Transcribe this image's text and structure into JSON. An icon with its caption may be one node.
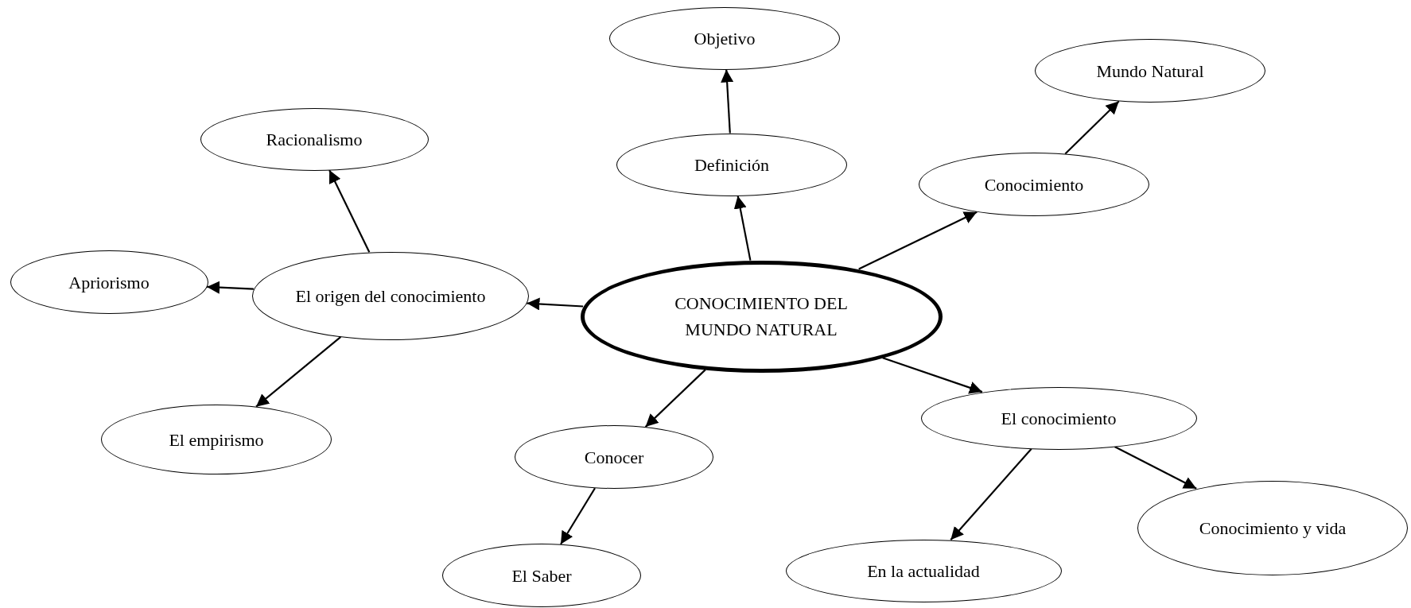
{
  "diagram": {
    "nodes": [
      {
        "text": [
          "CONOCIMIENTO DEL MUNDO NATURAL"
        ]
      },
      {
        "text": [
          "Definición"
        ]
      },
      {
        "text": [
          "Objetivo"
        ]
      },
      {
        "text": [
          "Conocimiento"
        ]
      },
      {
        "text": [
          "Mundo Natural"
        ]
      },
      {
        "text": [
          "El origen del conocimiento"
        ]
      },
      {
        "text": [
          "Racionalismo"
        ]
      },
      {
        "text": [
          "Apriorismo"
        ]
      },
      {
        "text": [
          "El empirismo"
        ]
      },
      {
        "text": [
          "Conocer"
        ]
      },
      {
        "text": [
          "El Saber"
        ]
      },
      {
        "text": [
          "El conocimiento"
        ]
      },
      {
        "text": [
          "En la actualidad"
        ]
      },
      {
        "text": [
          "Conocimiento y vida"
        ]
      }
    ],
    "edges": [
      {
        "from": 0,
        "to": 1,
        "arrow": "to"
      },
      {
        "from": 1,
        "to": 2,
        "arrow": "to"
      },
      {
        "from": 0,
        "to": 3,
        "arrow": "to"
      },
      {
        "from": 3,
        "to": 4,
        "arrow": "to"
      },
      {
        "from": 0,
        "to": 5,
        "arrow": "to"
      },
      {
        "from": 5,
        "to": 6,
        "arrow": "to"
      },
      {
        "from": 5,
        "to": 7,
        "arrow": "to"
      },
      {
        "from": 5,
        "to": 8,
        "arrow": "to"
      },
      {
        "from": 0,
        "to": 9,
        "arrow": "to"
      },
      {
        "from": 9,
        "to": 10,
        "arrow": "to"
      },
      {
        "from": 0,
        "to": 11,
        "arrow": "to"
      },
      {
        "from": 11,
        "to": 12,
        "arrow": "to"
      },
      {
        "from": 11,
        "to": 13,
        "arrow": "to"
      }
    ]
  }
}
